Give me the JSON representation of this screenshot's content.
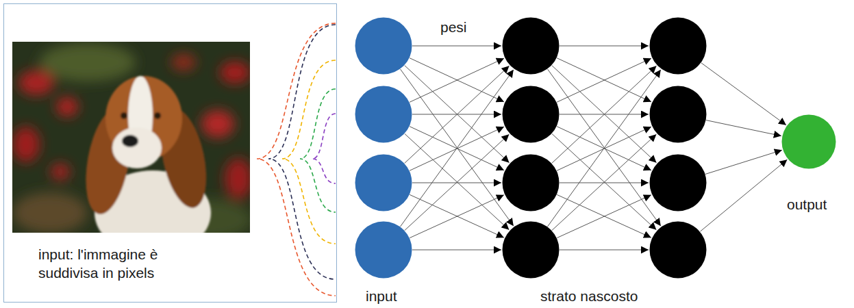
{
  "diagram": {
    "nodes": [
      {
        "text": [
          "input: l'immagine è suddivisa in pixels"
        ]
      },
      {
        "text": []
      },
      {
        "text": []
      },
      {
        "text": []
      },
      {
        "text": []
      },
      {
        "text": []
      },
      {
        "text": []
      },
      {
        "text": []
      },
      {
        "text": []
      },
      {
        "text": []
      },
      {
        "text": []
      },
      {
        "text": []
      },
      {
        "text": []
      },
      {
        "text": []
      }
    ],
    "edges": [
      {
        "from": 1,
        "to": 5,
        "arrow": "to"
      },
      {
        "from": 1,
        "to": 6,
        "arrow": "to"
      },
      {
        "from": 1,
        "to": 7,
        "arrow": "to"
      },
      {
        "from": 1,
        "to": 8,
        "arrow": "to"
      },
      {
        "from": 2,
        "to": 5,
        "arrow": "to"
      },
      {
        "from": 2,
        "to": 6,
        "arrow": "to"
      },
      {
        "from": 2,
        "to": 7,
        "arrow": "to"
      },
      {
        "from": 2,
        "to": 8,
        "arrow": "to"
      },
      {
        "from": 3,
        "to": 5,
        "arrow": "to"
      },
      {
        "from": 3,
        "to": 6,
        "arrow": "to"
      },
      {
        "from": 3,
        "to": 7,
        "arrow": "to"
      },
      {
        "from": 3,
        "to": 8,
        "arrow": "to"
      },
      {
        "from": 4,
        "to": 5,
        "arrow": "to"
      },
      {
        "from": 4,
        "to": 6,
        "arrow": "to"
      },
      {
        "from": 4,
        "to": 7,
        "arrow": "to"
      },
      {
        "from": 4,
        "to": 8,
        "arrow": "to"
      },
      {
        "from": 5,
        "to": 9,
        "arrow": "to"
      },
      {
        "from": 5,
        "to": 10,
        "arrow": "to"
      },
      {
        "from": 5,
        "to": 11,
        "arrow": "to"
      },
      {
        "from": 5,
        "to": 12,
        "arrow": "to"
      },
      {
        "from": 6,
        "to": 9,
        "arrow": "to"
      },
      {
        "from": 6,
        "to": 10,
        "arrow": "to"
      },
      {
        "from": 6,
        "to": 11,
        "arrow": "to"
      },
      {
        "from": 6,
        "to": 12,
        "arrow": "to"
      },
      {
        "from": 7,
        "to": 9,
        "arrow": "to"
      },
      {
        "from": 7,
        "to": 10,
        "arrow": "to"
      },
      {
        "from": 7,
        "to": 11,
        "arrow": "to"
      },
      {
        "from": 7,
        "to": 12,
        "arrow": "to"
      },
      {
        "from": 8,
        "to": 9,
        "arrow": "to"
      },
      {
        "from": 8,
        "to": 10,
        "arrow": "to"
      },
      {
        "from": 8,
        "to": 11,
        "arrow": "to"
      },
      {
        "from": 8,
        "to": 12,
        "arrow": "to"
      },
      {
        "from": 9,
        "to": 13,
        "arrow": "to"
      },
      {
        "from": 10,
        "to": 13,
        "arrow": "to"
      },
      {
        "from": 11,
        "to": 13,
        "arrow": "to"
      },
      {
        "from": 12,
        "to": 13,
        "arrow": "to"
      }
    ],
    "labels": [
      "pesi",
      "input",
      "strato nascosto",
      "output"
    ]
  }
}
